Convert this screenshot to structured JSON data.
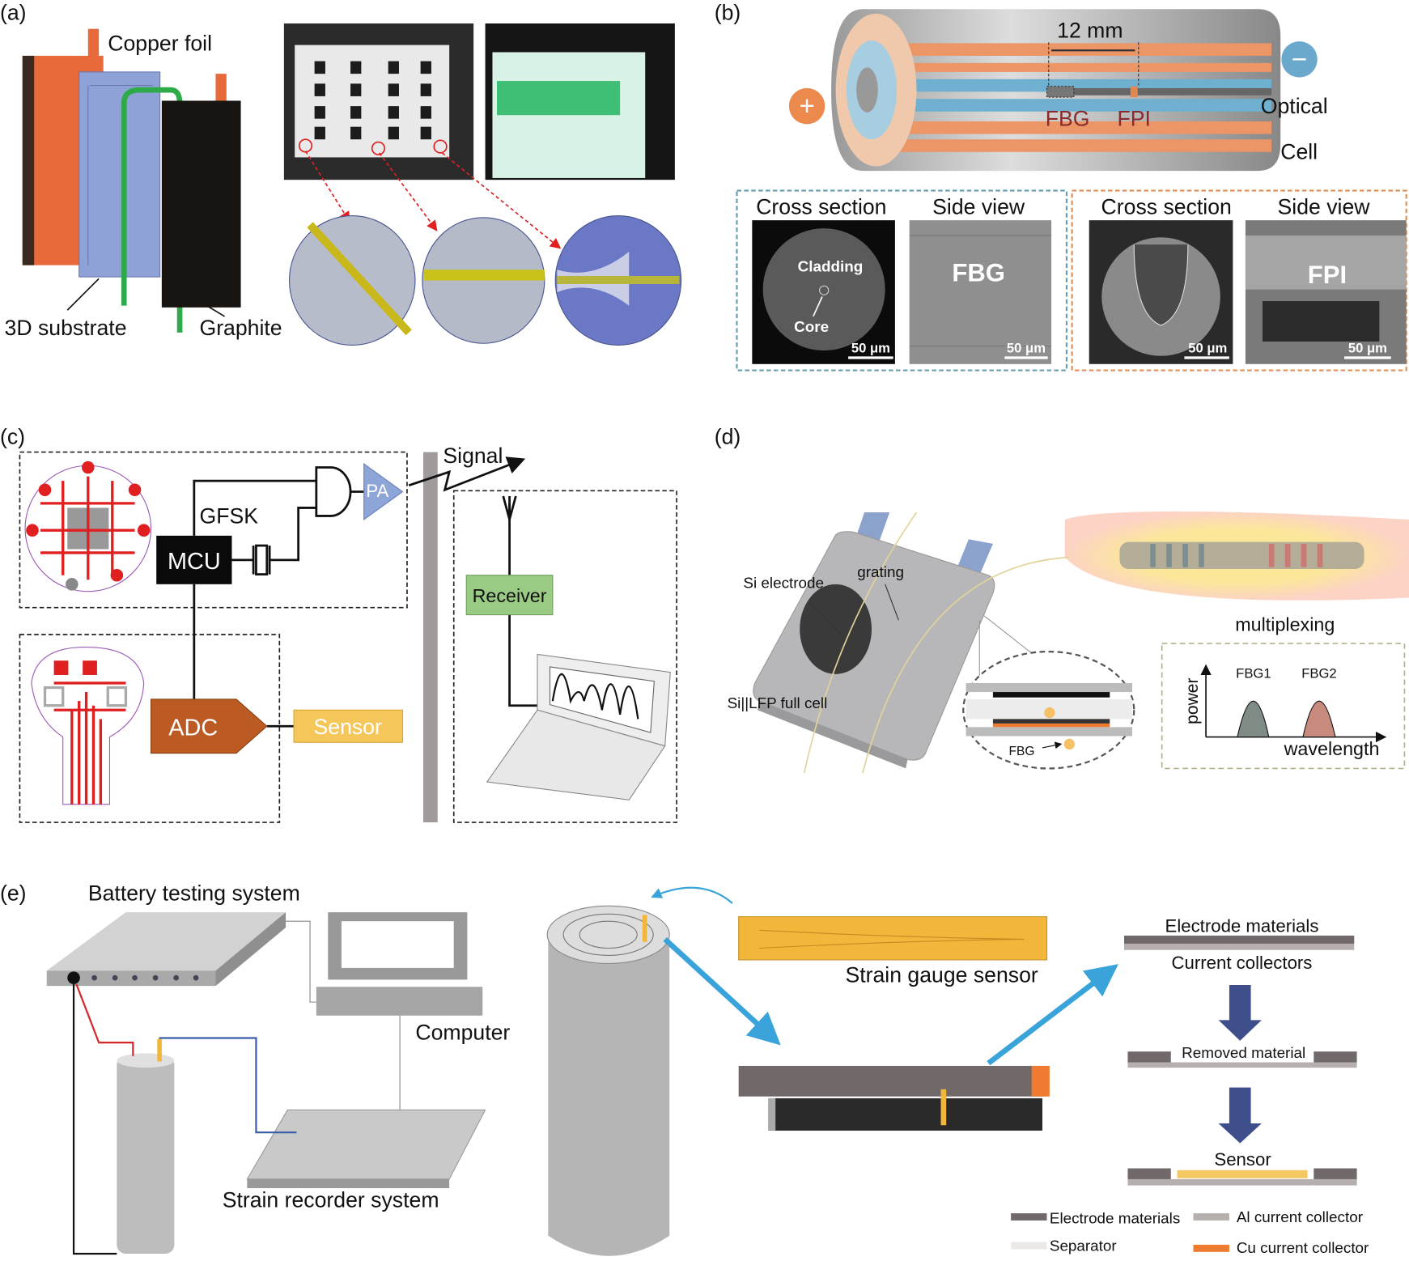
{
  "panels": {
    "a": {
      "label": "(a)",
      "copper_foil": "Copper foil",
      "substrate": "3D substrate",
      "graphite": "Graphite"
    },
    "b": {
      "label": "(b)",
      "length": "12 mm",
      "fbg": "FBG",
      "fpi": "FPI",
      "optical": "Optical",
      "cell": "Cell",
      "plus": "+",
      "minus": "−",
      "fbg_group": {
        "cross_section": "Cross section",
        "side_view": "Side view",
        "cladding": "Cladding",
        "core": "Core",
        "image_label": "FBG",
        "scale1": "50 μm",
        "scale2": "50 μm"
      },
      "fpi_group": {
        "cross_section": "Cross section",
        "side_view": "Side view",
        "image_label": "FPI",
        "scale1": "50 μm",
        "scale2": "50 μm"
      }
    },
    "c": {
      "label": "(c)",
      "signal": "Signal",
      "pa": "PA",
      "gfsk": "GFSK",
      "mcu": "MCU",
      "receiver": "Receiver",
      "adc": "ADC",
      "sensor": "Sensor"
    },
    "d": {
      "label": "(d)",
      "si_electrode": "Si electrode",
      "grating": "grating",
      "full_cell": "Si||LFP full cell",
      "fbg": "FBG",
      "multiplexing": "multiplexing",
      "fbg1": "FBG1",
      "fbg2": "FBG2",
      "y_axis": "power",
      "x_axis": "wavelength",
      "colors": {
        "fbg1": "#7f8c86",
        "fbg2": "#c98a7e"
      }
    },
    "e": {
      "label": "(e)",
      "battery_testing": "Battery testing system",
      "computer": "Computer",
      "strain_recorder": "Strain recorder system",
      "strain_gauge": "Strain gauge sensor",
      "electrode_materials": "Electrode materials",
      "current_collectors": "Current collectors",
      "removed_material": "Removed material",
      "sensor": "Sensor",
      "legend": [
        {
          "label": "Electrode materials",
          "color": "#716869"
        },
        {
          "label": "Al current collector",
          "color": "#b5b0ad"
        },
        {
          "label": "Separator",
          "color": "#ebe9e7"
        },
        {
          "label": "Cu current collector",
          "color": "#ee7b2f"
        }
      ]
    }
  }
}
